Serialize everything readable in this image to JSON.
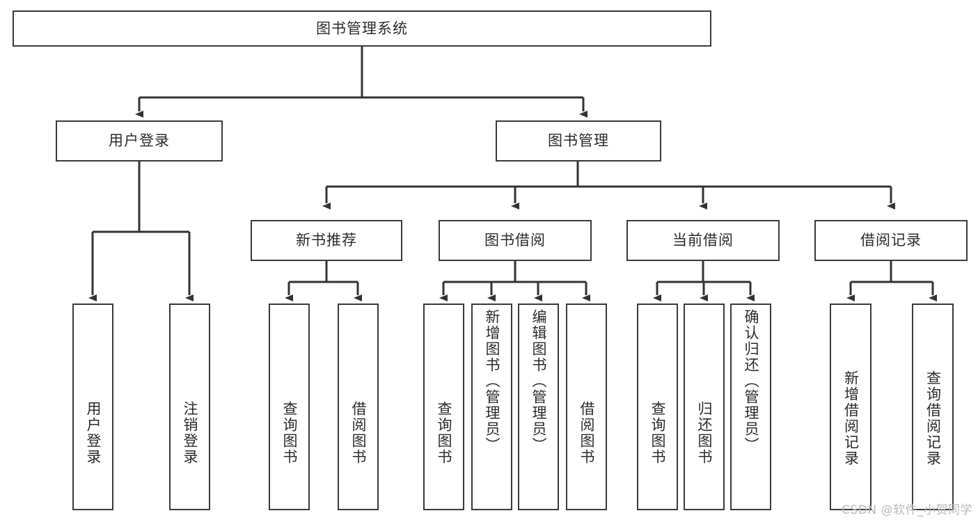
{
  "diagram": {
    "title": "图书管理系统",
    "type": "hierarchy-tree",
    "watermark": "CSDN @软件_小贺同学",
    "colors": {
      "box_border": "#3a3a3a",
      "box_fill": "#ffffff",
      "connector": "#333333",
      "text": "#2b2b2b",
      "watermark": "#b9b9b9"
    },
    "root": {
      "label": "图书管理系统"
    },
    "level2": [
      {
        "label": "用户登录"
      },
      {
        "label": "图书管理"
      }
    ],
    "level3": [
      {
        "label": "新书推荐"
      },
      {
        "label": "图书借阅"
      },
      {
        "label": "当前借阅"
      },
      {
        "label": "借阅记录"
      }
    ],
    "leaves": [
      {
        "label": "用户登录",
        "parent": "用户登录"
      },
      {
        "label": "注销登录",
        "parent": "用户登录"
      },
      {
        "label": "查询图书",
        "parent": "新书推荐"
      },
      {
        "label": "借阅图书",
        "parent": "新书推荐"
      },
      {
        "label": "查询图书",
        "parent": "图书借阅"
      },
      {
        "label": "新增图书（管理员）",
        "parent": "图书借阅"
      },
      {
        "label": "编辑图书（管理员）",
        "parent": "图书借阅"
      },
      {
        "label": "借阅图书",
        "parent": "图书借阅"
      },
      {
        "label": "查询图书",
        "parent": "当前借阅"
      },
      {
        "label": "归还图书",
        "parent": "当前借阅"
      },
      {
        "label": "确认归还（管理员）",
        "parent": "当前借阅"
      },
      {
        "label": "新增借阅记录",
        "parent": "借阅记录"
      },
      {
        "label": "查询借阅记录",
        "parent": "借阅记录"
      }
    ]
  }
}
